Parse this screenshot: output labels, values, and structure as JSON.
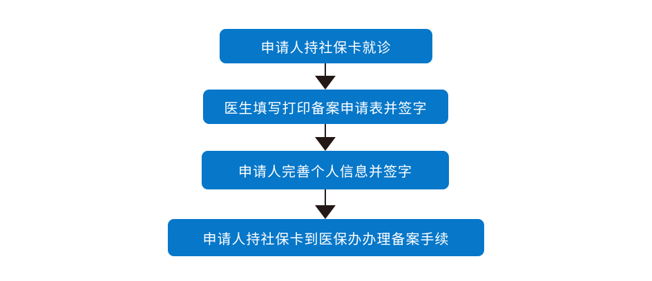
{
  "colors": {
    "box_fill": "#0777c9",
    "box_text": "#ffffff",
    "arrow": "#231815"
  },
  "flow": {
    "steps": [
      {
        "label": "申请人持社保卡就诊"
      },
      {
        "label": "医生填写打印备案申请表并签字"
      },
      {
        "label": "申请人完善个人信息并签字"
      },
      {
        "label": "申请人持社保卡到医保办办理备案手续"
      }
    ]
  }
}
